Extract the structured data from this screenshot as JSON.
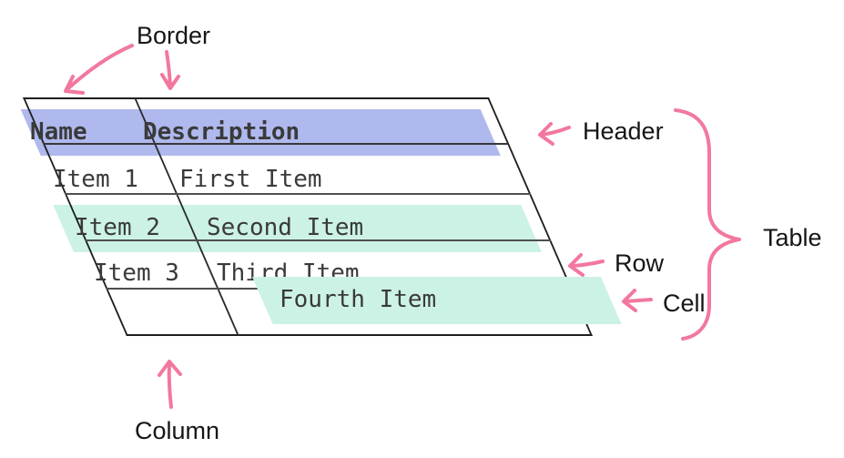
{
  "diagram": {
    "labels": {
      "border": "Border",
      "header": "Header",
      "table": "Table",
      "row": "Row",
      "cell": "Cell",
      "column": "Column"
    },
    "table": {
      "columns": [
        "Name",
        "Description"
      ],
      "rows": [
        {
          "name": "Item 1",
          "description": "First Item"
        },
        {
          "name": "Item 2",
          "description": "Second Item"
        },
        {
          "name": "Item 3",
          "description": "Third Item"
        },
        {
          "name": "",
          "description": "Fourth Item"
        }
      ]
    },
    "colors": {
      "annotation_pink": "#f2789e",
      "header_highlight": "#afb9ee",
      "row_highlight": "#ccf2e6",
      "cell_highlight": "#ccf2e6",
      "table_border": "#1f1f1f",
      "grid_line": "#4f4f4f",
      "table_text": "#3a3a3a",
      "label_text": "#161616"
    }
  }
}
